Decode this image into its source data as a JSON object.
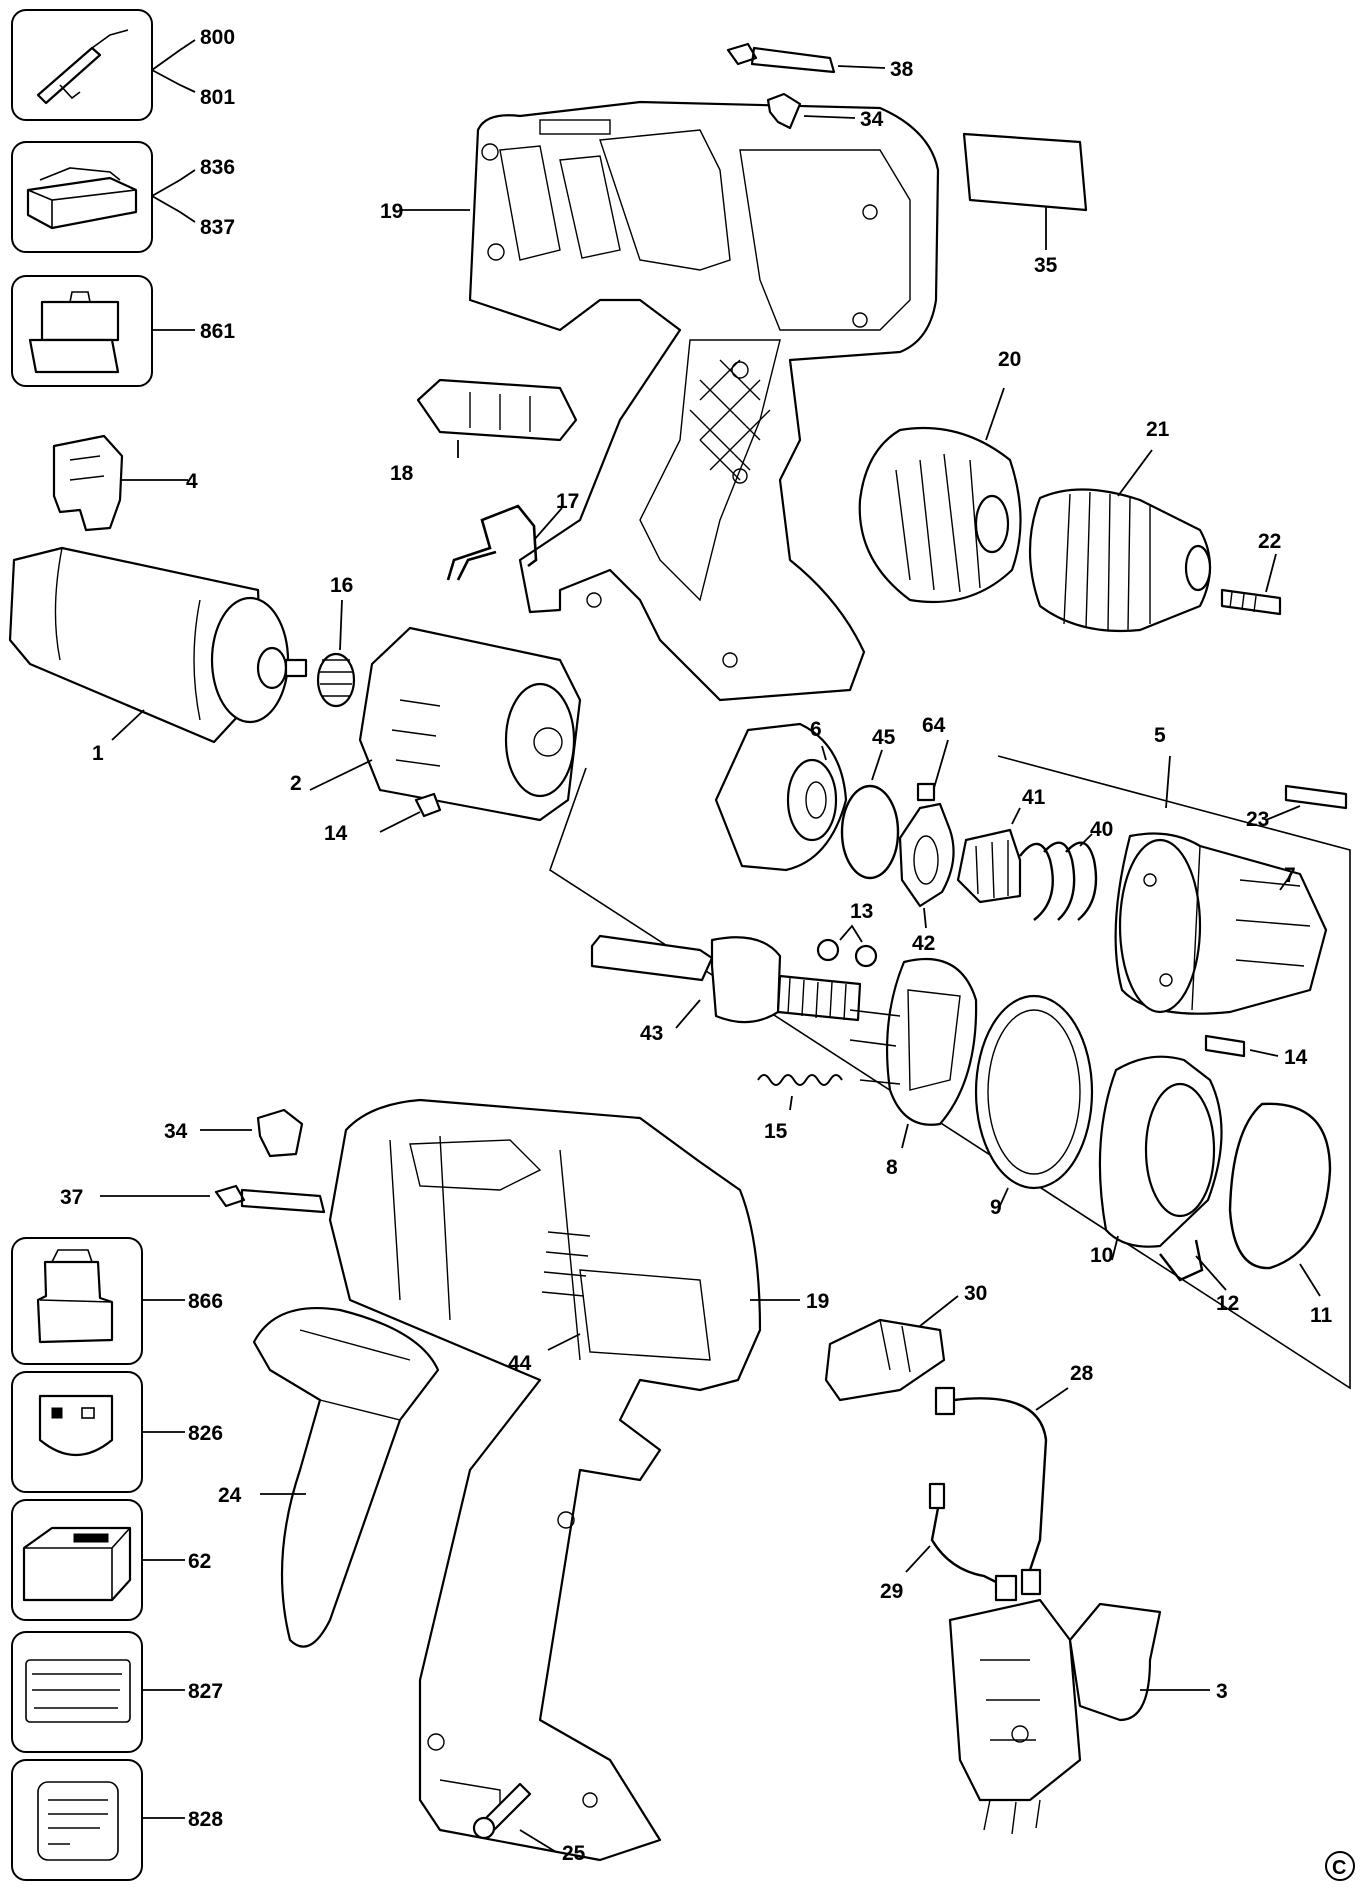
{
  "diagram": {
    "copyright_symbol": "C",
    "accessory_labels": [
      "800",
      "801",
      "836",
      "837",
      "861",
      "866",
      "826",
      "62",
      "827",
      "828"
    ],
    "part_labels": {
      "p1": "1",
      "p2": "2",
      "p3": "3",
      "p4": "4",
      "p5": "5",
      "p6": "6",
      "p7": "7",
      "p8": "8",
      "p9": "9",
      "p10": "10",
      "p11": "11",
      "p12": "12",
      "p13": "13",
      "p14a": "14",
      "p14b": "14",
      "p15": "15",
      "p16": "16",
      "p17": "17",
      "p18": "18",
      "p19a": "19",
      "p19b": "19",
      "p20": "20",
      "p21": "21",
      "p22": "22",
      "p23": "23",
      "p24": "24",
      "p25": "25",
      "p28": "28",
      "p29": "29",
      "p30": "30",
      "p34a": "34",
      "p34b": "34",
      "p35": "35",
      "p37": "37",
      "p38": "38",
      "p40": "40",
      "p41": "41",
      "p42": "42",
      "p43": "43",
      "p44": "44",
      "p45": "45",
      "p64": "64"
    }
  }
}
